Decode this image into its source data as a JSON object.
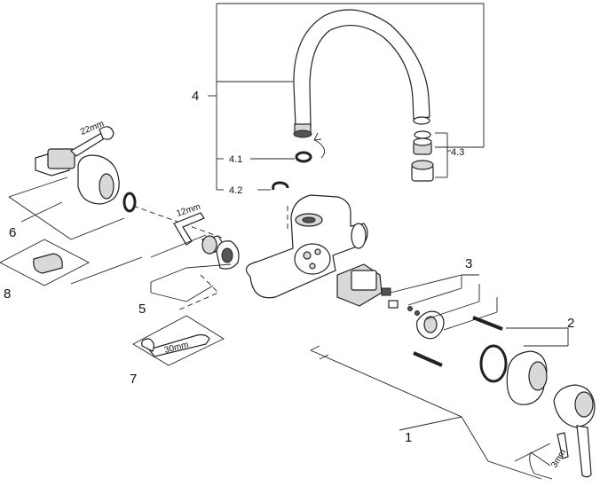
{
  "callouts": {
    "c1": "1",
    "c2": "2",
    "c3": "3",
    "c4": "4",
    "c4_1": "4.1",
    "c4_2": "4.2",
    "c4_3": "4.3",
    "c5": "5",
    "c6": "6",
    "c7": "7",
    "c8": "8"
  },
  "tools": {
    "wrench_22": "22mm",
    "hex_12": "12mm",
    "wrench_30": "30mm",
    "hex_3": "3mm"
  }
}
